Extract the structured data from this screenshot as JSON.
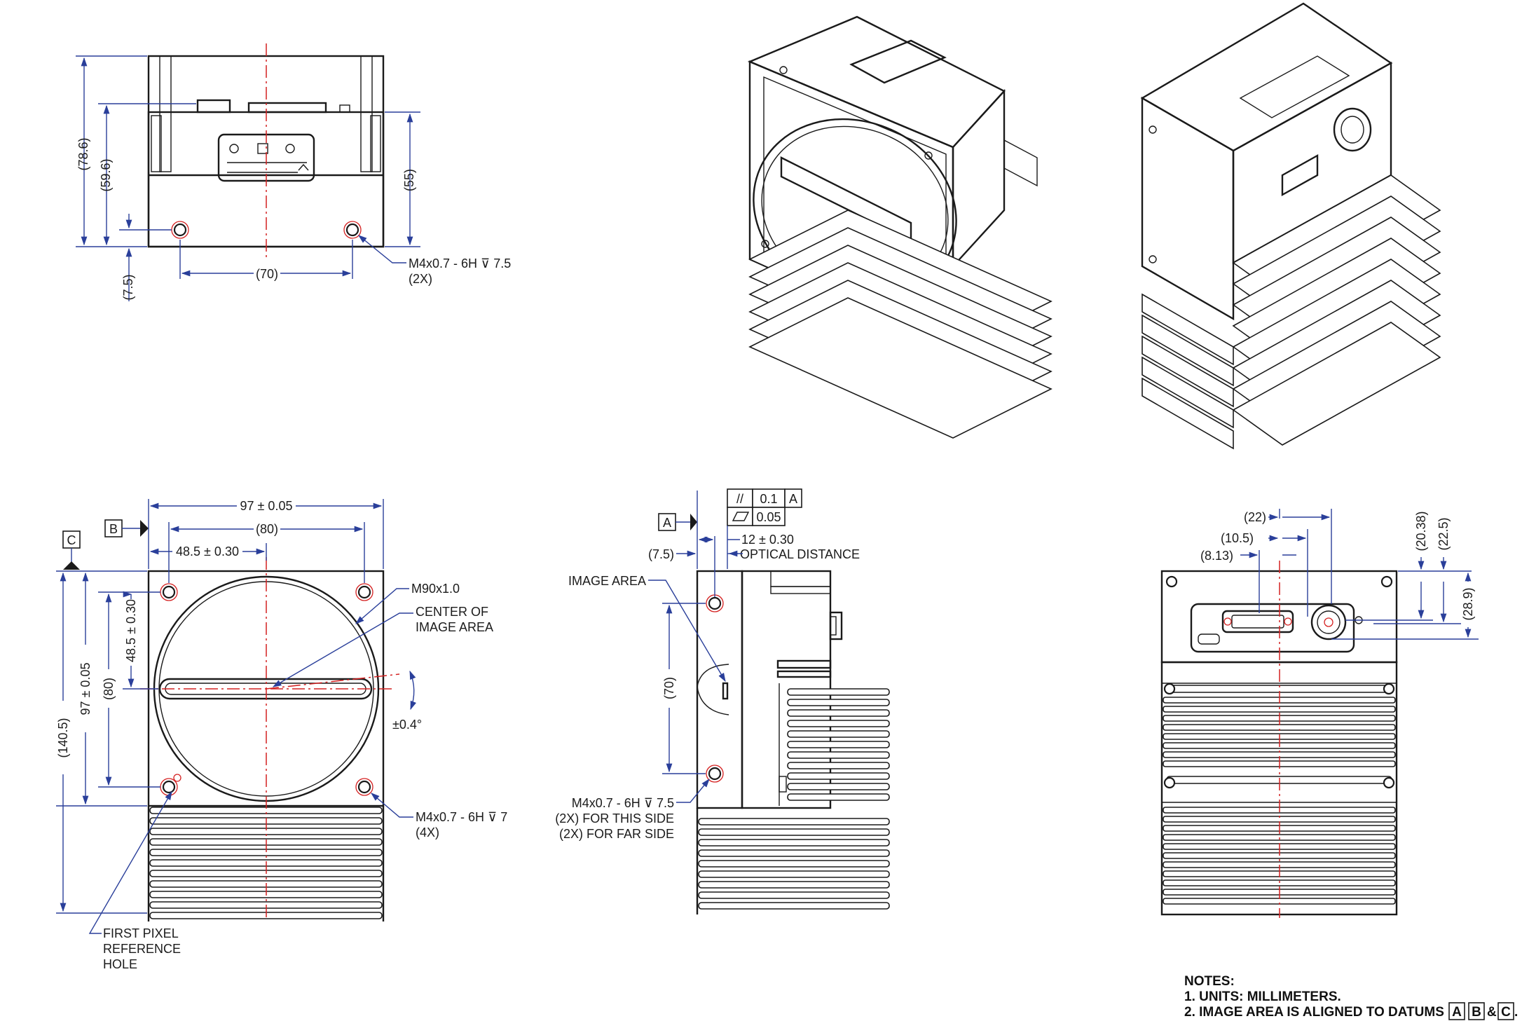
{
  "top_view": {
    "dim_overall_height": "(78.6)",
    "dim_mid_height": "(59.6)",
    "dim_right_height": "(55)",
    "dim_hole_offset": "(7.5)",
    "dim_hole_spacing": "(70)",
    "callout_thread": "M4x0.7 - 6H ⊽ 7.5",
    "callout_qty": "(2X)"
  },
  "front_view": {
    "dim_width": "97 ± 0.05",
    "dim_hole_span_x": "(80)",
    "dim_center_x": "48.5 ± 0.30",
    "dim_total_height": "(140.5)",
    "dim_face_height": "97 ± 0.05",
    "dim_hole_span_y": "(80)",
    "dim_center_y": "48.5 ± 0.30",
    "callout_mount": "M90x1.0",
    "callout_center_1": "CENTER OF",
    "callout_center_2": "IMAGE AREA",
    "callout_angle": "±0.4°",
    "callout_thread": "M4x0.7 - 6H ⊽ 7",
    "callout_qty": "(4X)",
    "first_pixel_1": "FIRST PIXEL",
    "first_pixel_2": "REFERENCE",
    "first_pixel_3": "HOLE",
    "datum_b": "B",
    "datum_c": "C"
  },
  "side_view": {
    "datum_a": "A",
    "fcf_parallel_symbol": "//",
    "fcf_parallel_tol": "0.1",
    "fcf_parallel_datum": "A",
    "fcf_flatness_tol": "0.05",
    "dim_optical": "12 ± 0.30",
    "label_optical": "OPTICAL DISTANCE",
    "dim_offset": "(7.5)",
    "label_image_area": "IMAGE AREA",
    "dim_hole_span": "(70)",
    "callout_thread": "M4x0.7 - 6H ⊽ 7.5",
    "callout_this_side": "(2X) FOR THIS SIDE",
    "callout_far_side": "(2X) FOR FAR SIDE"
  },
  "rear_view": {
    "dim_22": "(22)",
    "dim_10_5": "(10.5)",
    "dim_8_13": "(8.13)",
    "dim_20_38": "(20.38)",
    "dim_22_5": "(22.5)",
    "dim_28_9": "(28.9)"
  },
  "notes": {
    "title": "NOTES:",
    "note1": "1. UNITS: MILLIMETERS.",
    "note2_prefix": "2. IMAGE AREA IS ALIGNED TO DATUMS",
    "datum_a": "A",
    "datum_b": "B",
    "amp": "&",
    "datum_c": "C",
    "period": "."
  },
  "colors": {
    "dimension": "#2a3f9a",
    "centerline": "#d42020",
    "object": "#1a1a1a"
  }
}
